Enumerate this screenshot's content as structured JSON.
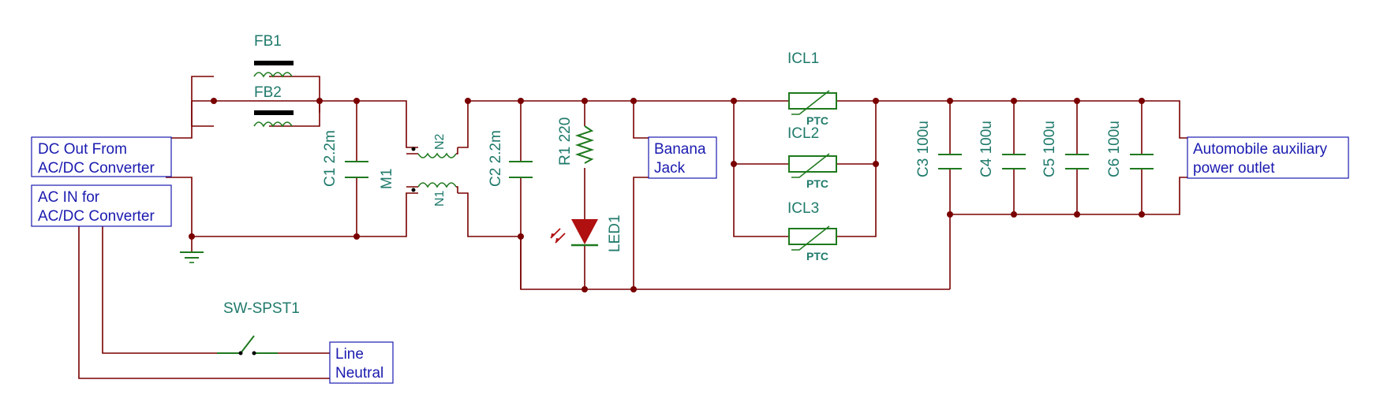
{
  "components": {
    "fb1": "FB1",
    "fb2": "FB2",
    "c1": "C1 2.2m",
    "m1": "M1",
    "n1": "N1",
    "n2": "N2",
    "c2": "C2 2.2m",
    "r1": "R1 220",
    "led1": "LED1",
    "icl1": "ICL1",
    "icl2": "ICL2",
    "icl3": "ICL3",
    "ptc": "PTC",
    "c3": "C3 100u",
    "c4": "C4 100u",
    "c5": "C5 100u",
    "c6": "C6 100u",
    "sw": "SW-SPST1"
  },
  "ports": {
    "dc_out": [
      "DC Out From",
      "AC/DC Converter"
    ],
    "ac_in": [
      "AC IN for",
      "AC/DC Converter"
    ],
    "banana": [
      "Banana",
      "Jack"
    ],
    "outlet": [
      "Automobile auxiliary",
      "power outlet"
    ],
    "line": [
      "Line",
      "Neutral"
    ]
  },
  "colors": {
    "wire": "#7a0000",
    "component": "#1f7a1f",
    "label": "#1f7a6b",
    "port": "#1a1ab0",
    "led": "#b01010"
  }
}
